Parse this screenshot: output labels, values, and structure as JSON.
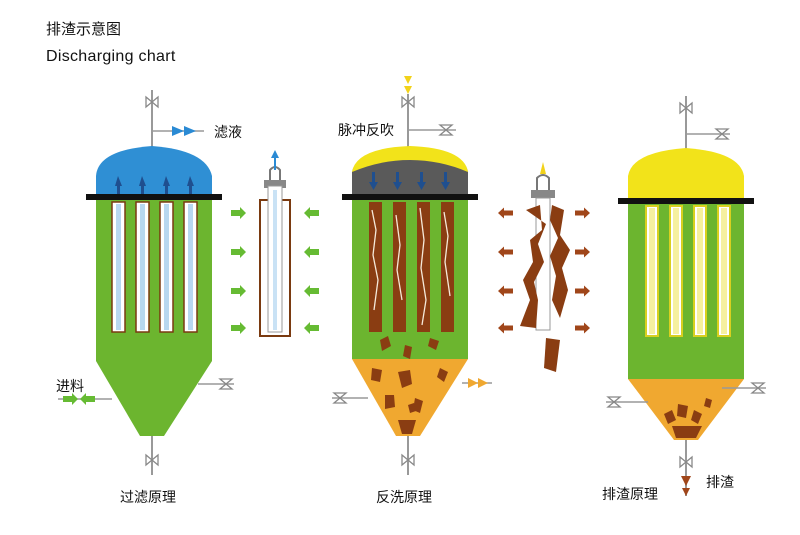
{
  "title": {
    "cn": "排渣示意图",
    "en": "Discharging  chart"
  },
  "vessels": [
    {
      "caption": "过滤原理",
      "top_label": "滤液",
      "inlet_label": "进料",
      "dome_color": "#2f8fd4"
    },
    {
      "caption": "反洗原理",
      "top_label": "脉冲反吹",
      "dome_color": "#f2e31a"
    },
    {
      "caption": "排渣原理",
      "outlet_label": "排渣",
      "dome_color": "#f2e31a"
    }
  ],
  "colors": {
    "body_green": "#6cb52f",
    "cone_orange": "#f0a830",
    "cake_brown": "#8a3d12",
    "arrow_green": "#66bb33",
    "arrow_brown": "#a0461a",
    "valve": "#8a8a8a",
    "blue_arrow": "#1f5fa8"
  },
  "icons": [
    "valve-icon",
    "flow-arrow-icon",
    "filter-element-icon"
  ]
}
